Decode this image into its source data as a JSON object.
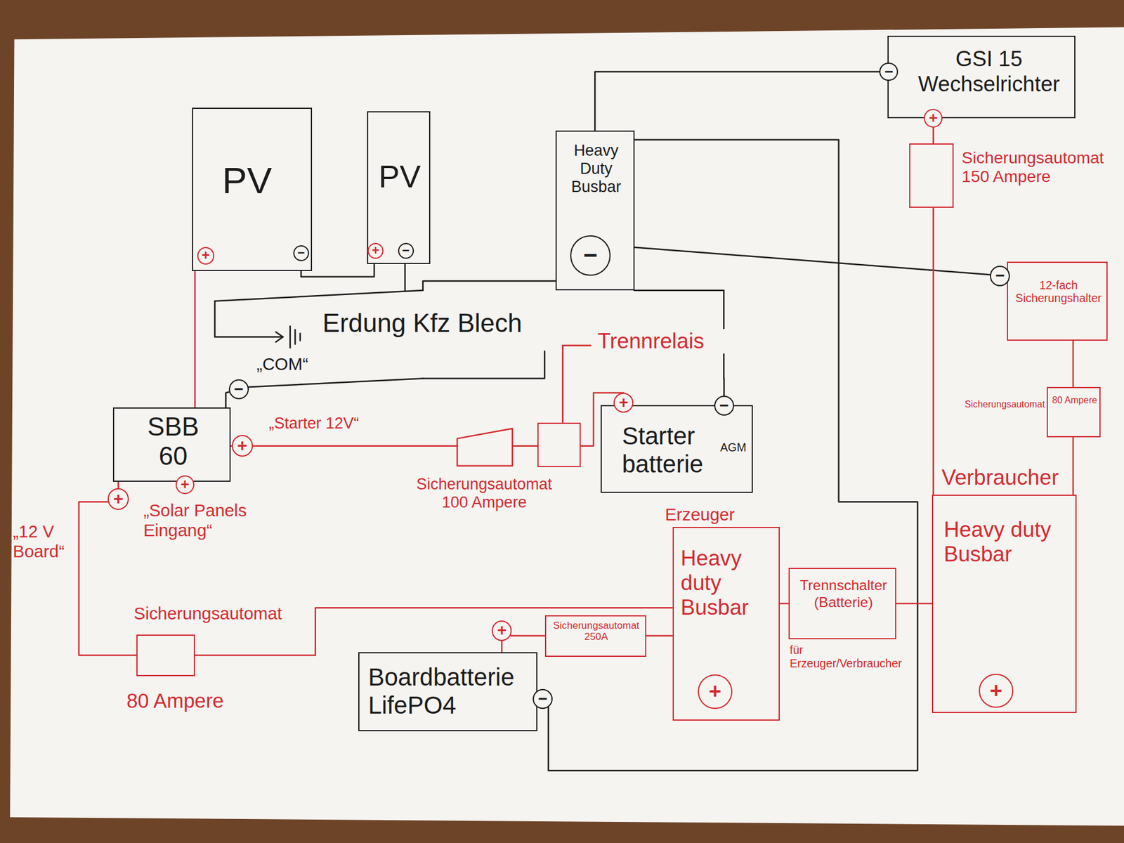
{
  "diagram": {
    "nodes": [
      {
        "text": [
          "PV"
        ]
      },
      {
        "text": [
          "PV"
        ]
      },
      {
        "text": [
          "Heavy Duty Busbar",
          "−"
        ]
      },
      {
        "text": [
          "GSI 15 Wechselrichter"
        ]
      },
      {
        "text": [
          "Sicherungsautomat 150 Ampere"
        ]
      },
      {
        "text": [
          "12-fach Sicherungshalter"
        ]
      },
      {
        "text": [
          "Erdung Kfz Blech"
        ]
      },
      {
        "text": [
          "Trennrelais"
        ]
      },
      {
        "text": [
          "SBB 60"
        ]
      },
      {
        "text": [
          "Sicherungsautomat 100 Ampere"
        ]
      },
      {
        "text": [
          "Starter batterie",
          "AGM"
        ]
      },
      {
        "text": [
          "Sicherungsautomat",
          "80 Ampere"
        ]
      },
      {
        "text": [
          "Verbraucher",
          "Heavy duty Busbar",
          "+"
        ]
      },
      {
        "text": [
          "Erzeuger",
          "Heavy duty Busbar",
          "+"
        ]
      },
      {
        "text": [
          "Trennschalter (Batterie)",
          "für Erzeuger/Verbraucher"
        ]
      },
      {
        "text": [
          "Sicherungsautomat",
          "80 Ampere"
        ]
      },
      {
        "text": [
          "Sicherungsautomat 250A"
        ]
      },
      {
        "text": [
          "Boardbatterie LifePO4"
        ]
      }
    ],
    "edges": [
      {
        "from": 0,
        "to": 1,
        "arrow": "none"
      },
      {
        "from": 0,
        "to": 8,
        "arrow": "none"
      },
      {
        "from": 1,
        "to": 6,
        "arrow": "none"
      },
      {
        "from": 2,
        "to": 6,
        "arrow": "none"
      },
      {
        "from": 8,
        "to": 6,
        "arrow": "none"
      },
      {
        "from": 10,
        "to": 6,
        "arrow": "none"
      },
      {
        "from": 2,
        "to": 3,
        "arrow": "none"
      },
      {
        "from": 2,
        "to": 5,
        "arrow": "none"
      },
      {
        "from": 2,
        "to": 17,
        "arrow": "none"
      },
      {
        "from": 8,
        "to": 9,
        "arrow": "none"
      },
      {
        "from": 9,
        "to": 7,
        "arrow": "none"
      },
      {
        "from": 7,
        "to": 10,
        "arrow": "none"
      },
      {
        "from": 8,
        "to": 15,
        "arrow": "none"
      },
      {
        "from": 15,
        "to": 13,
        "arrow": "none"
      },
      {
        "from": 17,
        "to": 16,
        "arrow": "none"
      },
      {
        "from": 16,
        "to": 13,
        "arrow": "none"
      },
      {
        "from": 13,
        "to": 14,
        "arrow": "none"
      },
      {
        "from": 14,
        "to": 12,
        "arrow": "none"
      },
      {
        "from": 12,
        "to": 4,
        "arrow": "none"
      },
      {
        "from": 4,
        "to": 3,
        "arrow": "none"
      },
      {
        "from": 12,
        "to": 11,
        "arrow": "none"
      },
      {
        "from": 11,
        "to": 5,
        "arrow": "none"
      }
    ],
    "labels": [
      "+",
      "−",
      "+",
      "−",
      "−",
      "„COM“",
      "+",
      "„Starter 12V“",
      "+",
      "+",
      "„12 V Board“",
      "„Solar Panels Eingang“",
      "+",
      "−",
      "+",
      "−",
      "−",
      "+",
      "−"
    ]
  }
}
